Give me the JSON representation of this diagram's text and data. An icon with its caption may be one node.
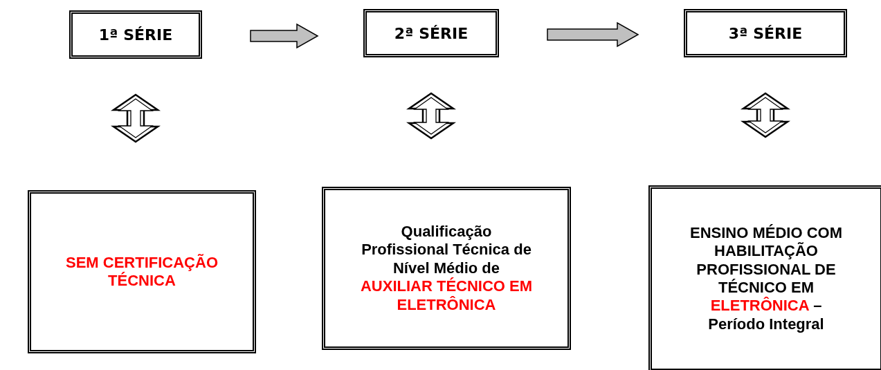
{
  "diagram": {
    "nodes": [
      {
        "text": [
          "1ª SÉRIE"
        ]
      },
      {
        "text": [
          "2ª SÉRIE"
        ]
      },
      {
        "text": [
          "3ª SÉRIE"
        ]
      },
      {
        "text": [
          "SEM CERTIFICAÇÃO TÉCNICA"
        ]
      },
      {
        "text": [
          "Qualificação Profissional Técnica de Nível Médio de",
          "AUXILIAR TÉCNICO EM ELETRÔNICA"
        ]
      },
      {
        "text": [
          "ENSINO MÉDIO COM HABILITAÇÃO PROFISSIONAL DE TÉCNICO EM",
          "ELETRÔNICA",
          "– Período Integral"
        ]
      }
    ],
    "edges": [
      {
        "from": 0,
        "to": 1,
        "arrow": "to",
        "style": "thick",
        "color": "#c0c0c0"
      },
      {
        "from": 1,
        "to": 2,
        "arrow": "to",
        "style": "thick",
        "color": "#c0c0c0"
      },
      {
        "from": 0,
        "to": 3,
        "arrow": "both",
        "style": "thick"
      },
      {
        "from": 1,
        "to": 4,
        "arrow": "both",
        "style": "thick"
      },
      {
        "from": 2,
        "to": 5,
        "arrow": "both",
        "style": "thick"
      }
    ]
  }
}
